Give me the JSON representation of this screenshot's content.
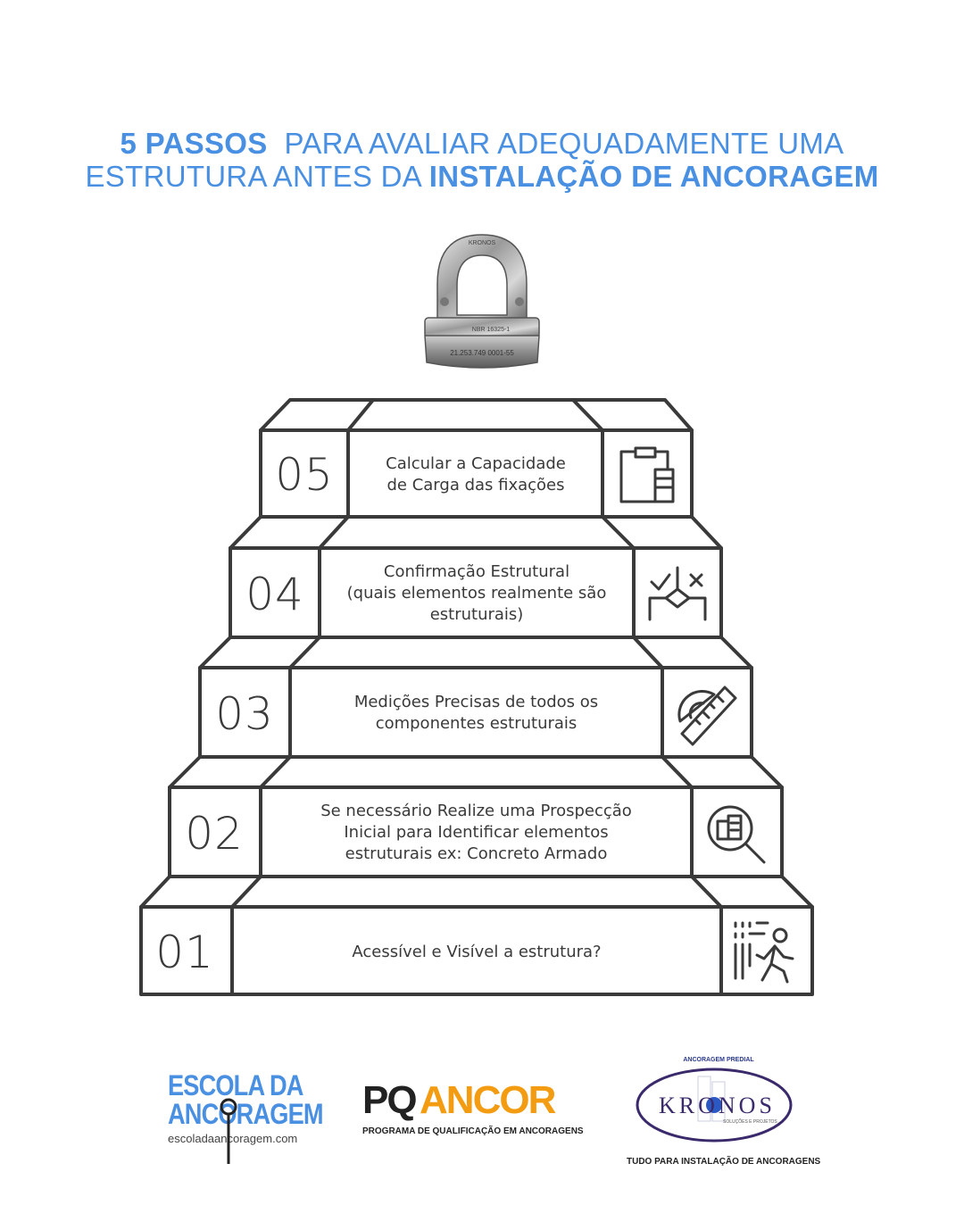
{
  "title": {
    "line1_bold": "5 PASSOS",
    "line1_rest": "PARA AVALIAR ADEQUADAMENTE UMA",
    "line2_rest": "ESTRUTURA ANTES DA",
    "line2_bold": "INSTALAÇÃO DE ANCORAGEM"
  },
  "ring": {
    "marking_top": "KRONOS",
    "marking_mid": "NBR 16325-1",
    "marking_bottom": "21.253.749 0001-55"
  },
  "steps": [
    {
      "number": "05",
      "text_lines": [
        "Calcular a Capacidade",
        "de Carga das fixações"
      ],
      "icon": "clipboard-icon"
    },
    {
      "number": "04",
      "text_lines": [
        "Confirmação Estrutural",
        "(quais elementos realmente são",
        "estruturais)"
      ],
      "icon": "structure-check-icon"
    },
    {
      "number": "03",
      "text_lines": [
        "Medições Precisas de todos os",
        "componentes estruturais"
      ],
      "icon": "protractor-ruler-icon"
    },
    {
      "number": "02",
      "text_lines": [
        "Se necessário Realize uma Prospecção",
        "Inicial para Identificar elementos",
        "estruturais ex: Concreto Armado"
      ],
      "icon": "search-building-icon"
    },
    {
      "number": "01",
      "text_lines": [
        "Acessível e Visível a estrutura?"
      ],
      "icon": "person-walking-icon"
    }
  ],
  "logos": {
    "escola": {
      "line1": "ESCOLA DA",
      "line2": "ANCORAGEM",
      "url": "escoladaancoragem.com"
    },
    "pq": {
      "pq": "PQ",
      "ancor": "ANCOR",
      "subtitle": "PROGRAMA DE QUALIFICAÇÃO EM ANCORAGENS"
    },
    "kronos": {
      "top": "ANCORAGEM PREDIAL",
      "name": "KRONOS",
      "tagline": "SOLUÇÕES E PROJETOS",
      "subtitle": "TUDO PARA INSTALAÇÃO DE ANCORAGENS"
    }
  },
  "colors": {
    "accent": "#4a90e2",
    "ink": "#3a3a3a",
    "orange": "#f39c12",
    "kronos": "#3b2a6b"
  }
}
